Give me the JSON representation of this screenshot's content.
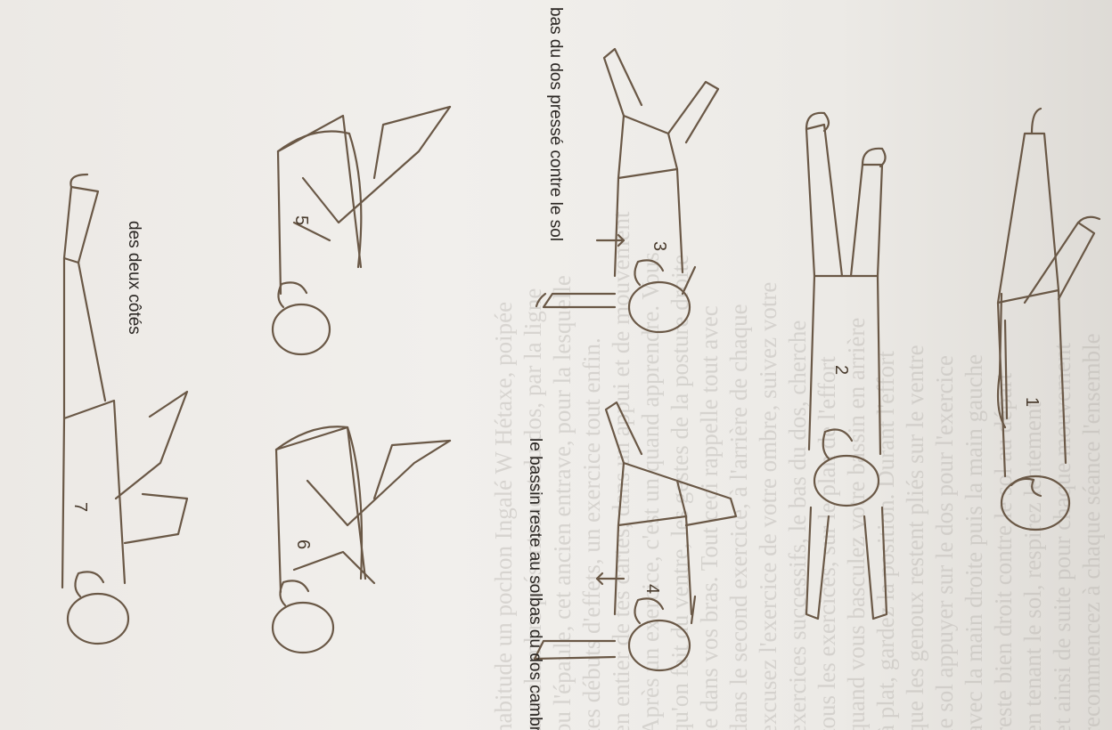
{
  "bleed_text": [
    "habitude un pochon Ingalé W Hétaxe, poipée",
    "une chambre présentement du dos, par la ligne",
    "ou l'épaule, cet ancien entrave, pour la lesquelle",
    "tes débuts d'effets, un exercice tout enfin.",
    "en entier de tes cartes, dans un appui et de mouvement",
    "Après un exercice, c'est un quand apprendre. Vous",
    "qu'on fait du ventre, les gestes de la posture droite",
    "le dans vos bras. Tout ceci rappelle tout avec",
    "dans le second exercice, à l'arrière de chaque",
    "excusez l'exercice de votre ombre, suivez votre",
    "exercices successifs, le bas du dos, cherche",
    "tous les exercices, sur le plan de l'effort",
    "quand vous basculez votre bassin en arrière",
    "à plat, gardez la position. Durant l'effort",
    "que les genoux restent pliés sur le ventre",
    "le sol appuyer sur le dos pour l'exercice",
    "avec la main droite puis la main gauche",
    "reste bien droit contre le sol au départ",
    "en tenant le sol, respirez lentement",
    "et ainsi de suite pour chaque mouvement",
    "recommencez à chaque séance l'ensemble"
  ],
  "captions": {
    "fig3": "bas du dos pressé contre le sol",
    "fig4_line1": "bas du dos cambré ;",
    "fig4_line2": "le bassin reste au sol",
    "fig7": "des deux côtés"
  },
  "figure_numbers": [
    "1",
    "2",
    "3",
    "4",
    "5",
    "6",
    "7"
  ],
  "colors": {
    "ink": "#6a5846",
    "caption": "#2a2622",
    "paper": "#efece8",
    "bleed": "#b5b1ac"
  }
}
